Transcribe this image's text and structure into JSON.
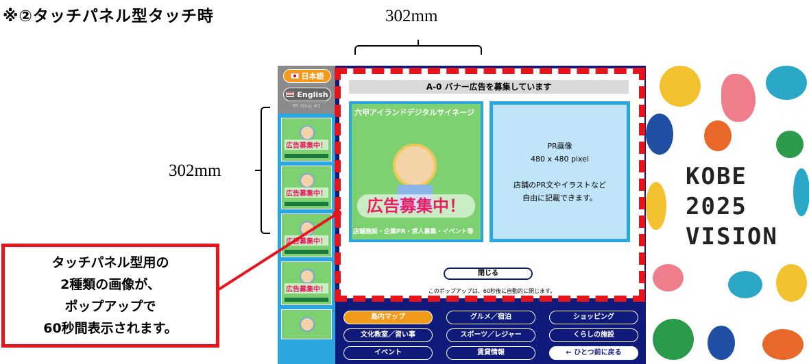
{
  "heading": "※②タッチパネル型タッチ時",
  "dimension_top": "302mm",
  "dimension_left": "302mm",
  "kiosk": {
    "lang_ja": "日本語",
    "lang_en": "English",
    "pr_shop_label": "PR Shop #1",
    "popup": {
      "title": "A-0 バナー広告を募集しています",
      "ad_top_text": "六甲アイランドデジタルサイネージ",
      "ad_big_text": "広告募集中！",
      "ad_bottom_text": "店舗施設・企業PR・求人募集・イベント等",
      "pr_title": "PR画像",
      "pr_size": "480 x 480 pixel",
      "pr_desc1": "店舗のPR文やイラストなど",
      "pr_desc2": "自由に記載できます。",
      "close_label": "閉じる",
      "note": "このポップアップは、60秒後に自動的に閉じます。"
    },
    "thumb_text": "広告募集中！",
    "nav": [
      {
        "label": "島内マップ"
      },
      {
        "label": "グルメ／宿泊"
      },
      {
        "label": "ショッピング"
      },
      {
        "label": "文化教室／習い事"
      },
      {
        "label": "スポーツ／レジャー"
      },
      {
        "label": "くらしの施設"
      },
      {
        "label": "イベント"
      },
      {
        "label": "賃貸情報"
      },
      {
        "label": "← ひとつ前に戻る"
      }
    ],
    "art_text": [
      "KOBE",
      "2025",
      "VISION"
    ]
  },
  "callout": {
    "line1": "タッチパネル型用の",
    "line2": "2種類の画像が、",
    "line3": "ポップアップで",
    "line4": "60秒間表示されます。"
  },
  "colors": {
    "accent_red": "#e8141c",
    "navy": "#0f1a7a",
    "sky": "#2ba6de",
    "orange": "#f39a1a"
  }
}
